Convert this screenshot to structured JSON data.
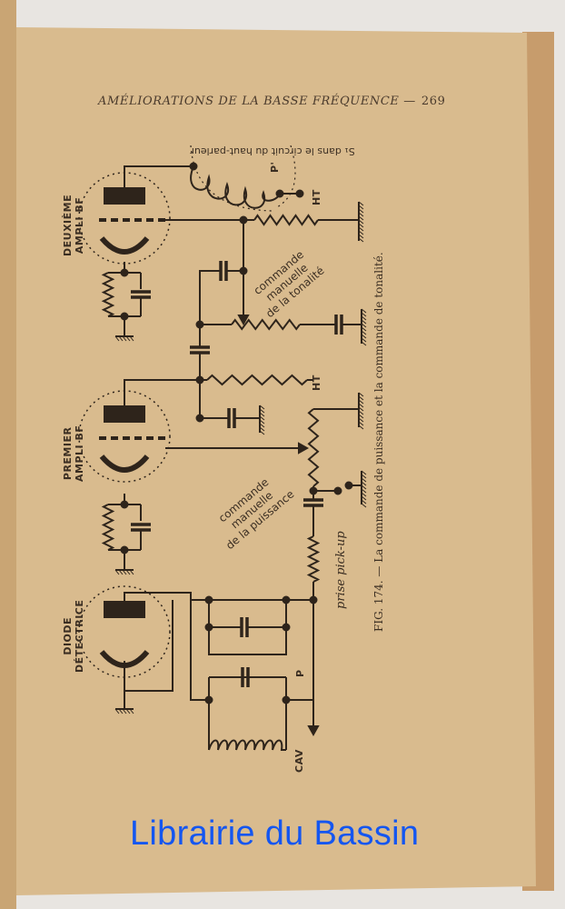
{
  "page": {
    "running_header": "AMÉLIORATIONS DE LA BASSE FRÉQUENCE —",
    "page_number": "269",
    "caption_prefix": "FIG. 174. —",
    "caption_text": "La commande de puissance et la commande de tonalité.",
    "watermark": "Librairie du Bassin"
  },
  "diagram": {
    "speaker_note": "S₁ dans le circuit du haut-parleur",
    "tube_2_line1": "DEUXIÈME",
    "tube_2_line2": "AMPLI BF",
    "tube_1_line1": "PREMIER",
    "tube_1_line2": "AMPLI BF",
    "diode_line1": "DIODE",
    "diode_line2": "DÉTECTRICE",
    "tone_line1": "commande",
    "tone_line2": "manuelle",
    "tone_line3": "de la tonalité",
    "volume_line1": "commande",
    "volume_line2": "manuelle",
    "volume_line3": "de la puissance",
    "pickup": "prise pick-up",
    "ht_top": "HT",
    "ht_mid": "HT",
    "p_prime": "P'",
    "p": "P",
    "cav": "CAV"
  },
  "colors": {
    "paper": "#d8b98b",
    "ink": "#2e241b",
    "watermark": "#1456f0"
  }
}
